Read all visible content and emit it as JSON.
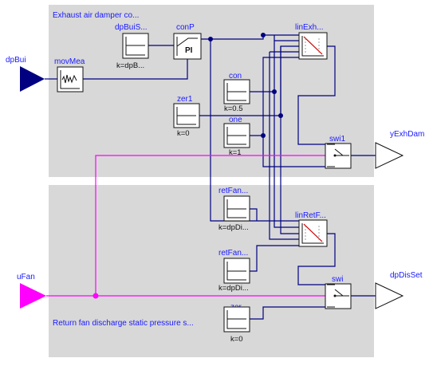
{
  "groups": {
    "exhaust_title": "Exhaust air damper co...",
    "return_fan_title": "Return fan discharge static pressure s..."
  },
  "inputs": {
    "dp_bui": "dpBui",
    "u_fan": "uFan"
  },
  "outputs": {
    "y_exh_dam": "yExhDam",
    "dp_dis_set": "dpDisSet"
  },
  "blocks": {
    "mov_mea": {
      "name": "movMea"
    },
    "dp_bui_set": {
      "name": "dpBuiS...",
      "param": "k=dpB..."
    },
    "con_p": {
      "name": "conP",
      "symbol": "PI"
    },
    "lin_exh": {
      "name": "linExh..."
    },
    "con": {
      "name": "con",
      "param": "k=0.5"
    },
    "zer1": {
      "name": "zer1",
      "param": "k=0"
    },
    "one": {
      "name": "one",
      "param": "k=1"
    },
    "swi1": {
      "name": "swi1"
    },
    "ret_fan_1": {
      "name": "retFan...",
      "param": "k=dpDi..."
    },
    "lin_ret_f": {
      "name": "linRetF..."
    },
    "ret_fan_2": {
      "name": "retFan...",
      "param": "k=dpDi..."
    },
    "swi": {
      "name": "swi"
    },
    "zer": {
      "name": "zer",
      "param": "k=0"
    }
  },
  "colors": {
    "panel_gray": "#d8d8d8",
    "wire_blue": "#000080",
    "wire_magenta": "#ff00ff",
    "label_blue": "#1a1aff"
  }
}
